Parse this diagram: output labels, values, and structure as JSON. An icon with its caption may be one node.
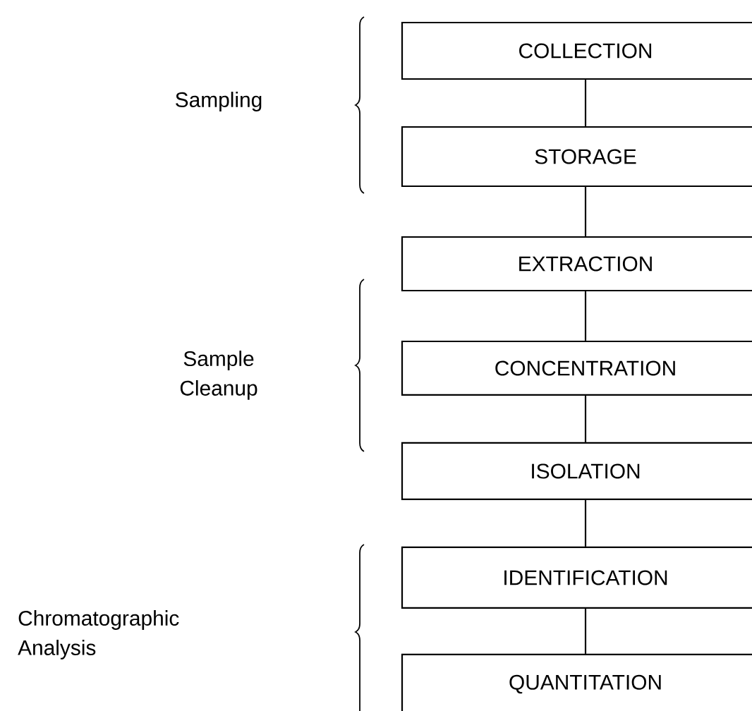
{
  "diagram": {
    "nodes": [
      {
        "text": [
          "COLLECTION"
        ]
      },
      {
        "text": [
          "STORAGE"
        ]
      },
      {
        "text": [
          "EXTRACTION"
        ]
      },
      {
        "text": [
          "CONCENTRATION"
        ]
      },
      {
        "text": [
          "ISOLATION"
        ]
      },
      {
        "text": [
          "IDENTIFICATION"
        ]
      },
      {
        "text": [
          "QUANTITATION"
        ]
      }
    ],
    "edges": [
      {
        "from": 0,
        "to": 1,
        "arrow": "none"
      },
      {
        "from": 1,
        "to": 2,
        "arrow": "none"
      },
      {
        "from": 2,
        "to": 3,
        "arrow": "none"
      },
      {
        "from": 3,
        "to": 4,
        "arrow": "none"
      },
      {
        "from": 4,
        "to": 5,
        "arrow": "none"
      },
      {
        "from": 5,
        "to": 6,
        "arrow": "none"
      }
    ],
    "labels": [
      "Sampling",
      "Sample Cleanup",
      "Chromatographic Analysis"
    ]
  }
}
